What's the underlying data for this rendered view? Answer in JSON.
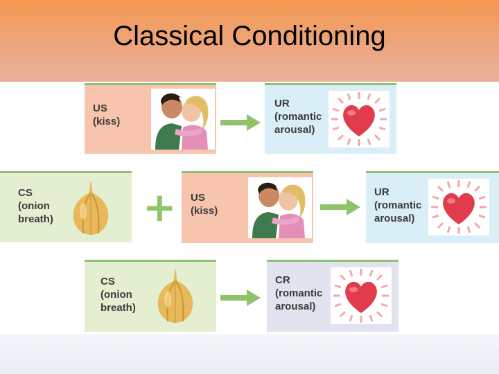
{
  "title": "Classical Conditioning",
  "rows": [
    {
      "stimulus": {
        "abbr": "US",
        "desc": [
          "(kiss)"
        ]
      },
      "response": {
        "abbr": "UR",
        "desc": [
          "(romantic",
          "arousal)"
        ]
      }
    },
    {
      "stimulus_cs": {
        "abbr": "CS",
        "desc": [
          "(onion",
          "breath)"
        ]
      },
      "stimulus_us": {
        "abbr": "US",
        "desc": [
          "(kiss)"
        ]
      },
      "plus": "+",
      "response": {
        "abbr": "UR",
        "desc": [
          "(romantic",
          "arousal)"
        ]
      }
    },
    {
      "stimulus": {
        "abbr": "CS",
        "desc": [
          "(onion",
          "breath)"
        ]
      },
      "response": {
        "abbr": "CR",
        "desc": [
          "(romantic",
          "arousal)"
        ]
      }
    }
  ],
  "colors": {
    "us_box": "#f7c5ae",
    "cs_box": "#e3efd0",
    "ur_box": "#d9eef7",
    "cr_box": "#e1e3ee",
    "arrow": "#8ec36a",
    "heart": "#e03c4b"
  },
  "icons": [
    "kissing-couple-image",
    "onion-image",
    "heart-image",
    "right-arrow-icon",
    "plus-icon"
  ]
}
